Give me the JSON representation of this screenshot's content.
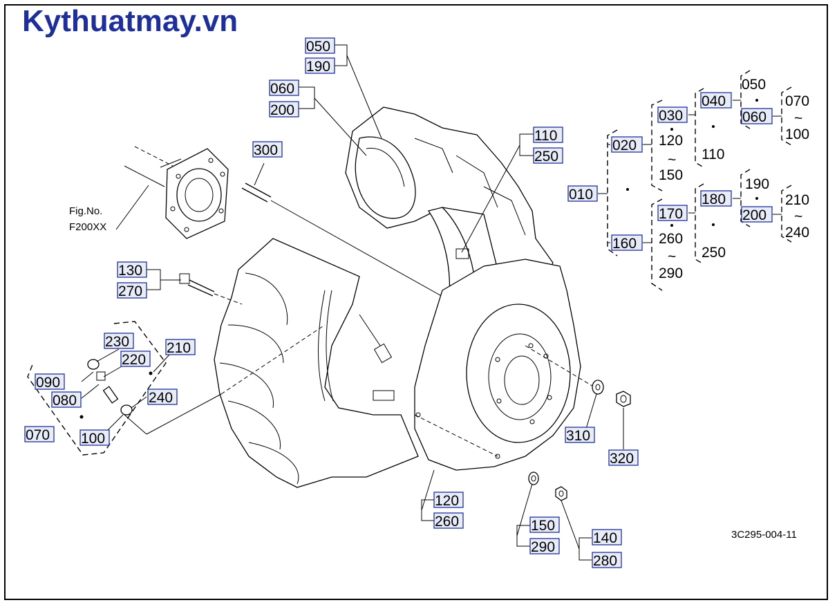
{
  "brand": "Kythuatmay.vn",
  "figure_ref": {
    "line1": "Fig.No.",
    "line2": "F200XX"
  },
  "drawing_code": "3C295-004-11",
  "callouts": {
    "c050a": "050",
    "c190a": "190",
    "c060a": "060",
    "c200a": "200",
    "c300": "300",
    "c110a": "110",
    "c250a": "250",
    "c130": "130",
    "c270": "270",
    "c230": "230",
    "c220": "220",
    "c210": "210",
    "c090": "090",
    "c080": "080",
    "c240": "240",
    "c070": "070",
    "c100": "100",
    "c310": "310",
    "c320": "320",
    "c120": "120",
    "c260": "260",
    "c150": "150",
    "c290": "290",
    "c140": "140",
    "c280": "280"
  },
  "tree": {
    "t010": "010",
    "t020": "020",
    "t160": "160",
    "t030": "030",
    "t120": "120",
    "tilde1": "~",
    "t150": "150",
    "t040": "040",
    "t110": "110",
    "t050": "050",
    "t060": "060",
    "t070": "070",
    "tilde2": "~",
    "t100": "100",
    "t170": "170",
    "t260": "260",
    "tilde3": "~",
    "t290": "290",
    "t180": "180",
    "t250": "250",
    "t190": "190",
    "t200": "200",
    "t210": "210",
    "tilde4": "~",
    "t240": "240"
  }
}
